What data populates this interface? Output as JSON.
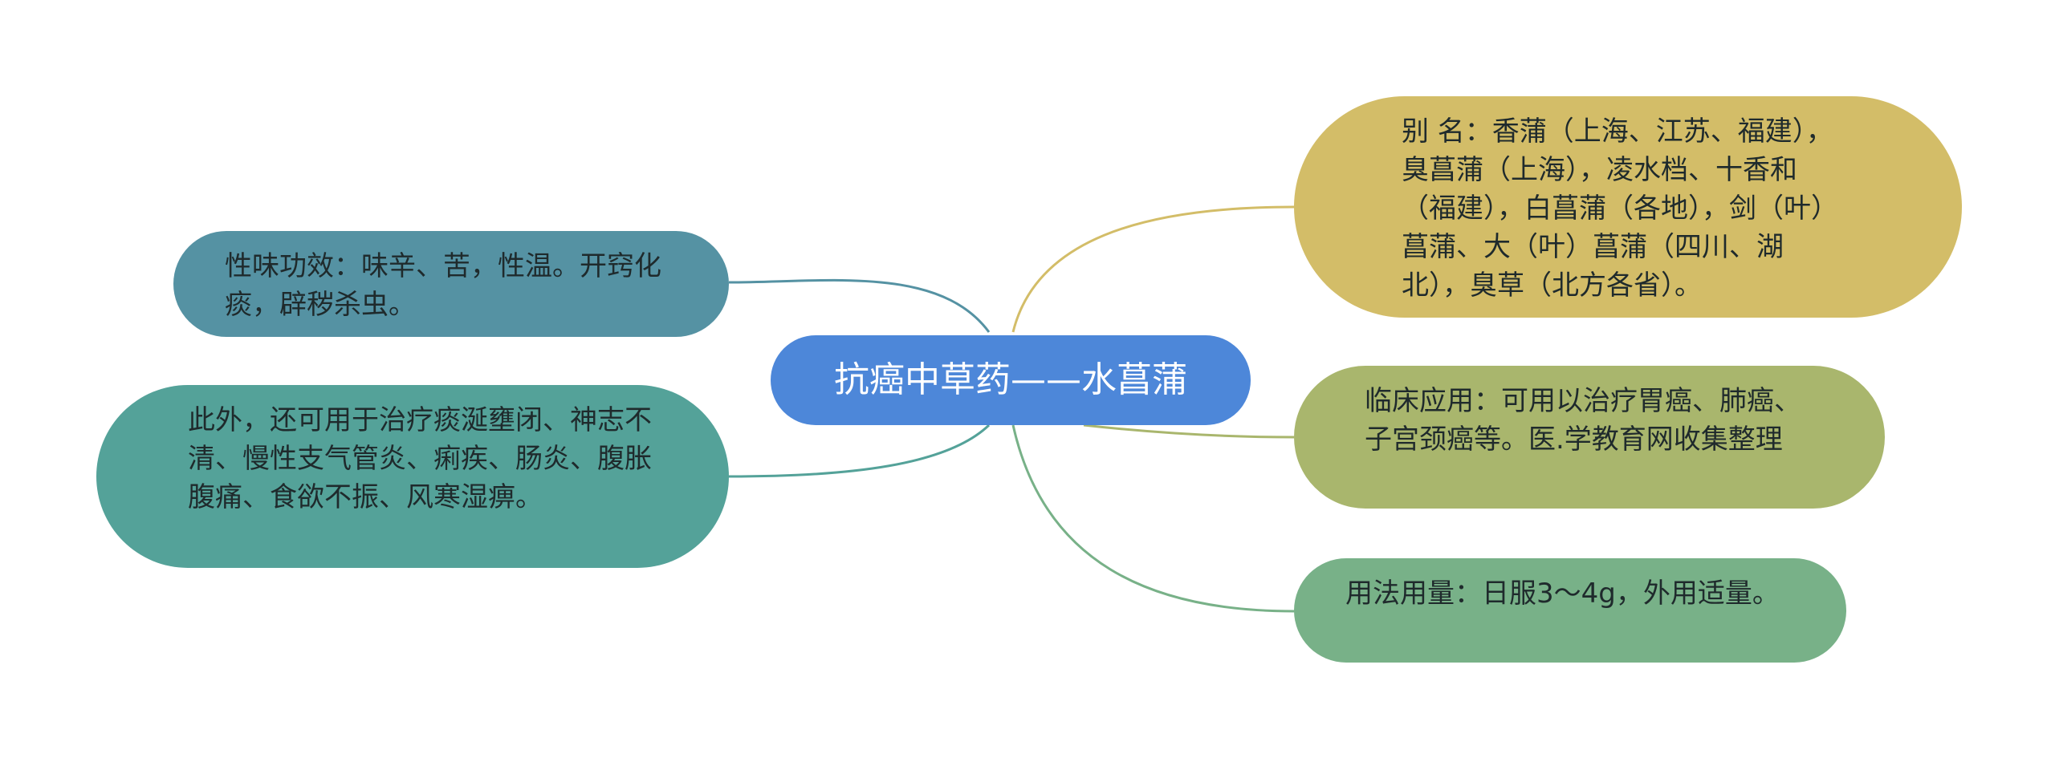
{
  "mindmap": {
    "root": "抗癌中草药——水菖蒲",
    "left": [
      {
        "text": "性味功效：味辛、苦，性温。开窍化痰，辟秽杀虫。",
        "color": "#5592a3"
      },
      {
        "text": "此外，还可用于治疗痰涎壅闭、神志不清、慢性支气管炎、痢疾、肠炎、腹胀腹痛、食欲不振、风寒湿痹。",
        "color": "#54a299"
      }
    ],
    "right": [
      {
        "text": "别 名：香蒲（上海、江苏、福建），臭菖蒲（上海），凌水档、十香和（福建），白菖蒲（各地），剑（叶）菖蒲、大（叶）菖蒲（四川、湖北），臭草（北方各省）。",
        "color": "#d3bd68"
      },
      {
        "text": "临床应用：可用以治疗胃癌、肺癌、子宫颈癌等。医.学教育网收集整理",
        "color": "#a9b66d"
      },
      {
        "text": "用法用量：日服3～4g，外用适量。",
        "color": "#78b188"
      }
    ],
    "root_color": "#4d87d9"
  }
}
